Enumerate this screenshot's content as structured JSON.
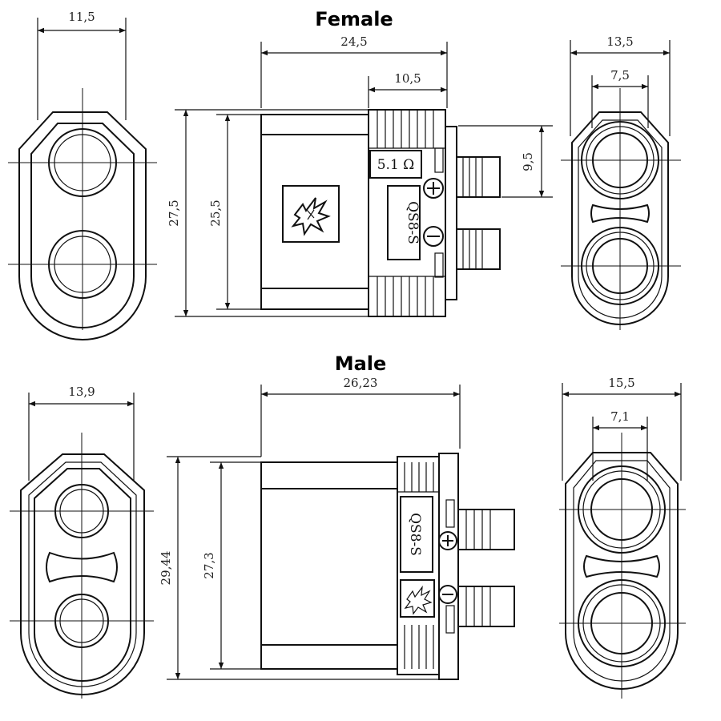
{
  "titles": {
    "female": "Female",
    "male": "Male"
  },
  "female": {
    "end_view_width": "11,5",
    "overall_length": "24,5",
    "rear_body_length": "10,5",
    "overall_height": "27,5",
    "body_height": "25,5",
    "pin_spacing": "9,5",
    "pin_face_width": "13,5",
    "pin_face_inner": "7,5",
    "resistor_label": "5.1 Ω",
    "model_label": "QS8-S"
  },
  "male": {
    "end_view_width": "13,9",
    "overall_length": "26,23",
    "overall_height": "29,44",
    "body_height": "27,3",
    "pin_face_width": "15,5",
    "pin_face_inner": "7,1",
    "model_label": "QS8-S"
  },
  "icons": [
    "spark-logo-icon",
    "plus-icon",
    "minus-icon"
  ]
}
